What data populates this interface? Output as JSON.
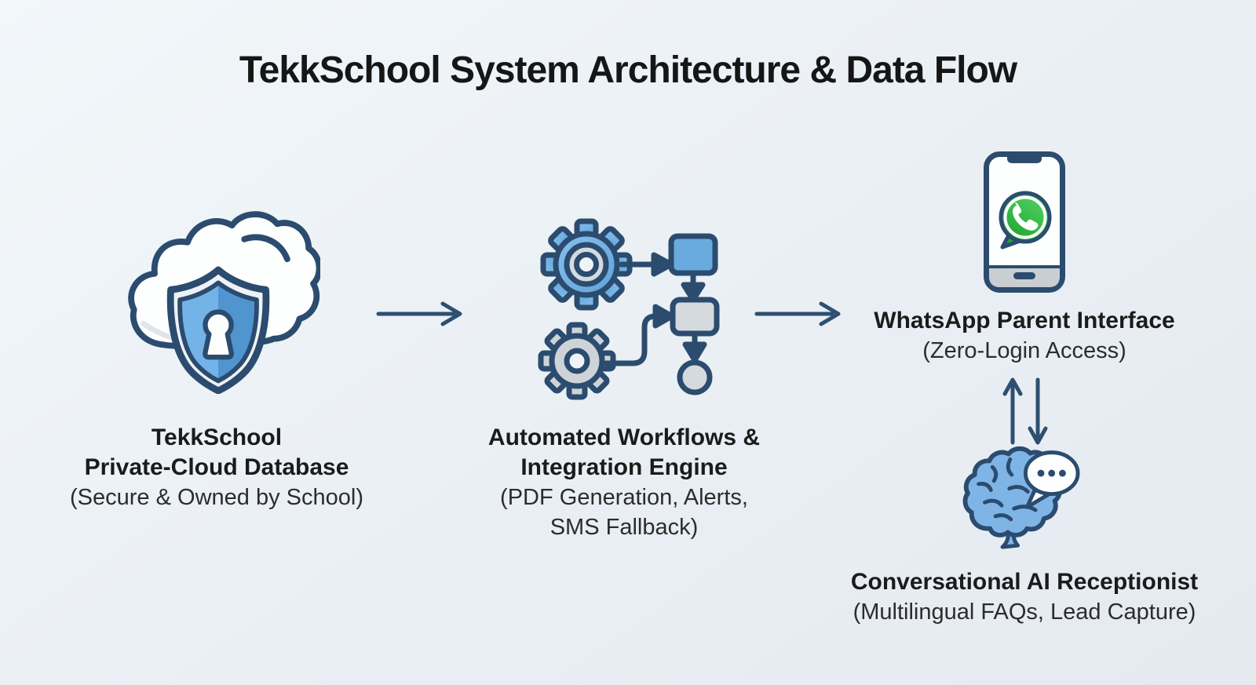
{
  "title": "TekkSchool System Architecture & Data Flow",
  "nodes": {
    "database": {
      "line1": "TekkSchool",
      "line2": "Private-Cloud Database",
      "sub1": "(Secure & Owned by School)"
    },
    "workflows": {
      "line1": "Automated Workflows &",
      "line2": "Integration Engine",
      "sub1": "(PDF Generation, Alerts,",
      "sub2": "SMS Fallback)"
    },
    "whatsapp": {
      "line1": "WhatsApp Parent Interface",
      "sub1": "(Zero-Login Access)"
    },
    "ai": {
      "line1": "Conversational AI Receptionist",
      "sub1": "(Multilingual FAQs, Lead Capture)"
    }
  },
  "icons": {
    "database": "cloud-shield-lock-icon",
    "workflows": "gears-flowchart-icon",
    "whatsapp": "smartphone-whatsapp-icon",
    "ai": "brain-chat-icon",
    "connectors": [
      "arrow-right-icon",
      "arrow-right-icon",
      "arrow-up-icon",
      "arrow-down-icon"
    ]
  },
  "colors": {
    "background": "#ebf0f5",
    "outline_navy": "#2b4c6f",
    "accent_blue": "#6fb0e2",
    "shield_blue_left": "#74b3e8",
    "shield_blue_right": "#5094d0",
    "neutral_gray": "#d4d9dd",
    "whatsapp_green": "#30b53d",
    "title_text": "#161616",
    "body_text": "#1b1b1b"
  }
}
